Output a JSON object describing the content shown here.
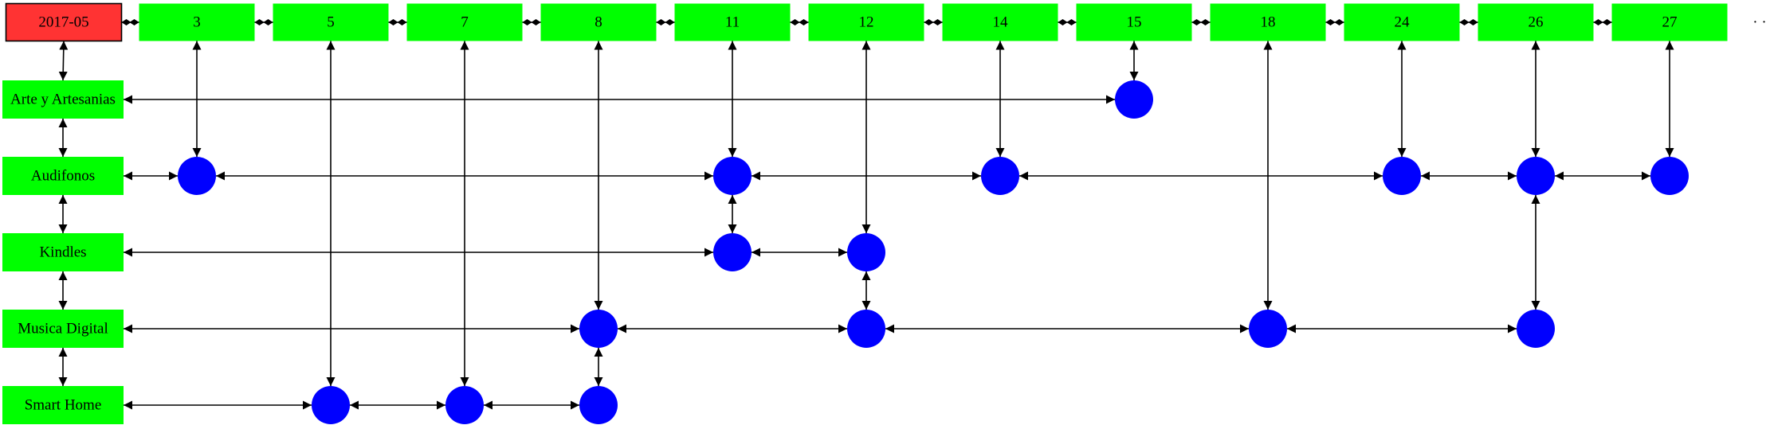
{
  "header": {
    "month_label": "2017-05"
  },
  "days": [
    "3",
    "5",
    "7",
    "8",
    "11",
    "12",
    "14",
    "15",
    "18",
    "24",
    "26",
    "27"
  ],
  "trailing_marker": "· ·",
  "categories": [
    "Arte y Artesanias",
    "Audifonos",
    "Kindles",
    "Musica Digital",
    "Smart Home"
  ],
  "events": [
    {
      "category": "Arte y Artesanias",
      "days": [
        "15"
      ]
    },
    {
      "category": "Audifonos",
      "days": [
        "3",
        "11",
        "14",
        "24",
        "26",
        "27"
      ]
    },
    {
      "category": "Kindles",
      "days": [
        "11",
        "12"
      ]
    },
    {
      "category": "Musica Digital",
      "days": [
        "8",
        "12",
        "18",
        "26"
      ]
    },
    {
      "category": "Smart Home",
      "days": [
        "5",
        "7",
        "8"
      ]
    }
  ],
  "colors": {
    "month_fill": "#ff3333",
    "box_fill": "#00ff00",
    "node_fill": "#0000ff",
    "edge": "#000000"
  }
}
